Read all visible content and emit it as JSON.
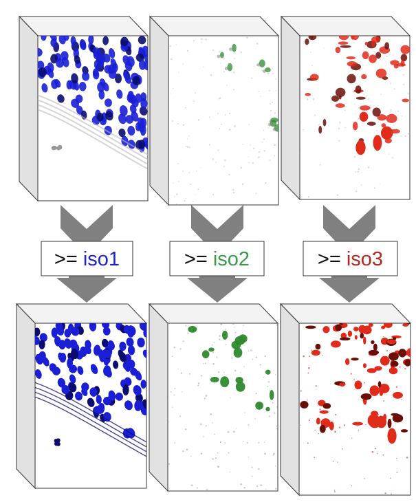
{
  "columns": [
    {
      "id": "iso1",
      "operator": ">=",
      "threshold_label": "iso1",
      "threshold_color": "#1f22c8",
      "stain_color": "#1a1fd6",
      "stain_color_dark": "#0a0c70",
      "icon": "blue-nuclei-volume"
    },
    {
      "id": "iso2",
      "operator": ">=",
      "threshold_label": "iso2",
      "threshold_color": "#3a9a4a",
      "stain_color": "#2e8a2e",
      "stain_color_dark": "#0f4d12",
      "icon": "green-signal-volume"
    },
    {
      "id": "iso3",
      "operator": ">=",
      "threshold_label": "iso3",
      "threshold_color": "#b32820",
      "stain_color": "#e02a1a",
      "stain_color_dark": "#6a0f08",
      "icon": "red-signal-volume"
    }
  ],
  "colors": {
    "arrow_fill": "#808080",
    "cube_face_front": "#ffffff",
    "cube_face_top": "#f3f3f3",
    "cube_face_side": "#e2e2e2",
    "cube_edge": "#333333",
    "label_border": "#333333"
  }
}
